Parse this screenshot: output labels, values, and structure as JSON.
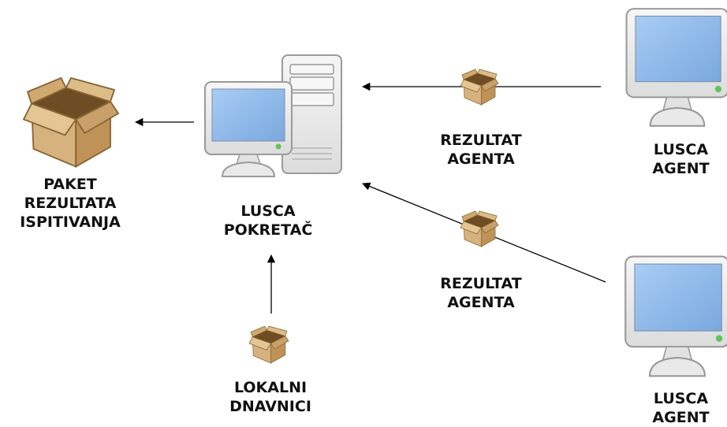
{
  "nodes": {
    "result_package": {
      "line1": "PAKET",
      "line2": "REZULTATA",
      "line3": "ISPITIVANJA",
      "icon": "box-icon"
    },
    "runner": {
      "line1": "LUSCA",
      "line2": "POKRETAČ",
      "icon": "desktop-tower-icon"
    },
    "agent_top": {
      "line1": "LUSCA",
      "line2": "AGENT",
      "icon": "monitor-icon"
    },
    "agent_bottom": {
      "line1": "LUSCA",
      "line2": "AGENT",
      "icon": "monitor-icon"
    },
    "local_data": {
      "line1": "LOKALNI",
      "line2": "DNAVNICI",
      "icon": "box-icon"
    }
  },
  "edges": {
    "agent_result_top": {
      "line1": "REZULTAT",
      "line2": "AGENTA",
      "icon": "box-icon"
    },
    "agent_result_bottom": {
      "line1": "REZULTAT",
      "line2": "AGENTA",
      "icon": "box-icon"
    }
  },
  "colors": {
    "box_light": "#D6B37E",
    "box_mid": "#BF9358",
    "box_dark": "#6E4D25",
    "screen": "#8AB6E8",
    "case": "#E8E8E8",
    "outline": "#9A9A9A",
    "led": "#5FC55F",
    "arrow": "#000000"
  }
}
